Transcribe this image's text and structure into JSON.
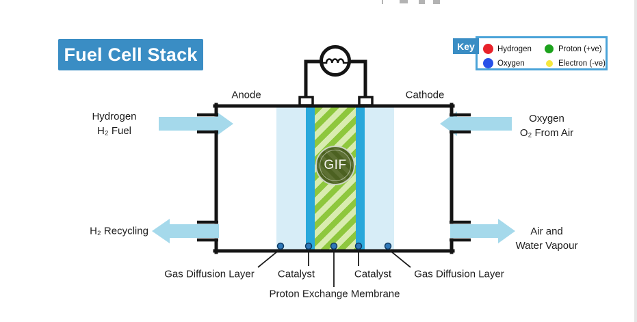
{
  "title": "Fuel Cell Stack",
  "legend": {
    "label": "Key",
    "items": [
      {
        "label": "Hydrogen",
        "color": "#e8222a",
        "size": 15
      },
      {
        "label": "Oxygen",
        "color": "#2750e8",
        "size": 15
      },
      {
        "label": "Proton (+ve)",
        "color": "#1da21d",
        "size": 13
      },
      {
        "label": "Electron (-ve)",
        "color": "#f6e83c",
        "size": 10
      }
    ]
  },
  "diagram": {
    "anode_label": "Anode",
    "cathode_label": "Cathode",
    "gif_badge": "GIF",
    "inputs": {
      "hydrogen": {
        "line1": "Hydrogen",
        "line2": "H₂ Fuel"
      },
      "oxygen": {
        "line1": "Oxygen",
        "line2": "O₂ From Air"
      }
    },
    "outputs": {
      "recycling": "H₂ Recycling",
      "air": {
        "line1": "Air and",
        "line2": "Water Vapour"
      }
    },
    "layer_labels": {
      "gdl_left": "Gas Diffusion Layer",
      "catalyst_left": "Catalyst",
      "membrane": "Proton Exchange Membrane",
      "catalyst_right": "Catalyst",
      "gdl_right": "Gas Diffusion Layer"
    }
  },
  "colors": {
    "accent_blue": "#3a8dc4",
    "legend_border": "#4aa3d8",
    "arrow_blue": "#a5d9eb",
    "gdl_fill": "#d7edf7",
    "catalyst_fill": "#29a8db",
    "membrane_green": "#8ec73d",
    "membrane_light": "#d9ecb0"
  }
}
